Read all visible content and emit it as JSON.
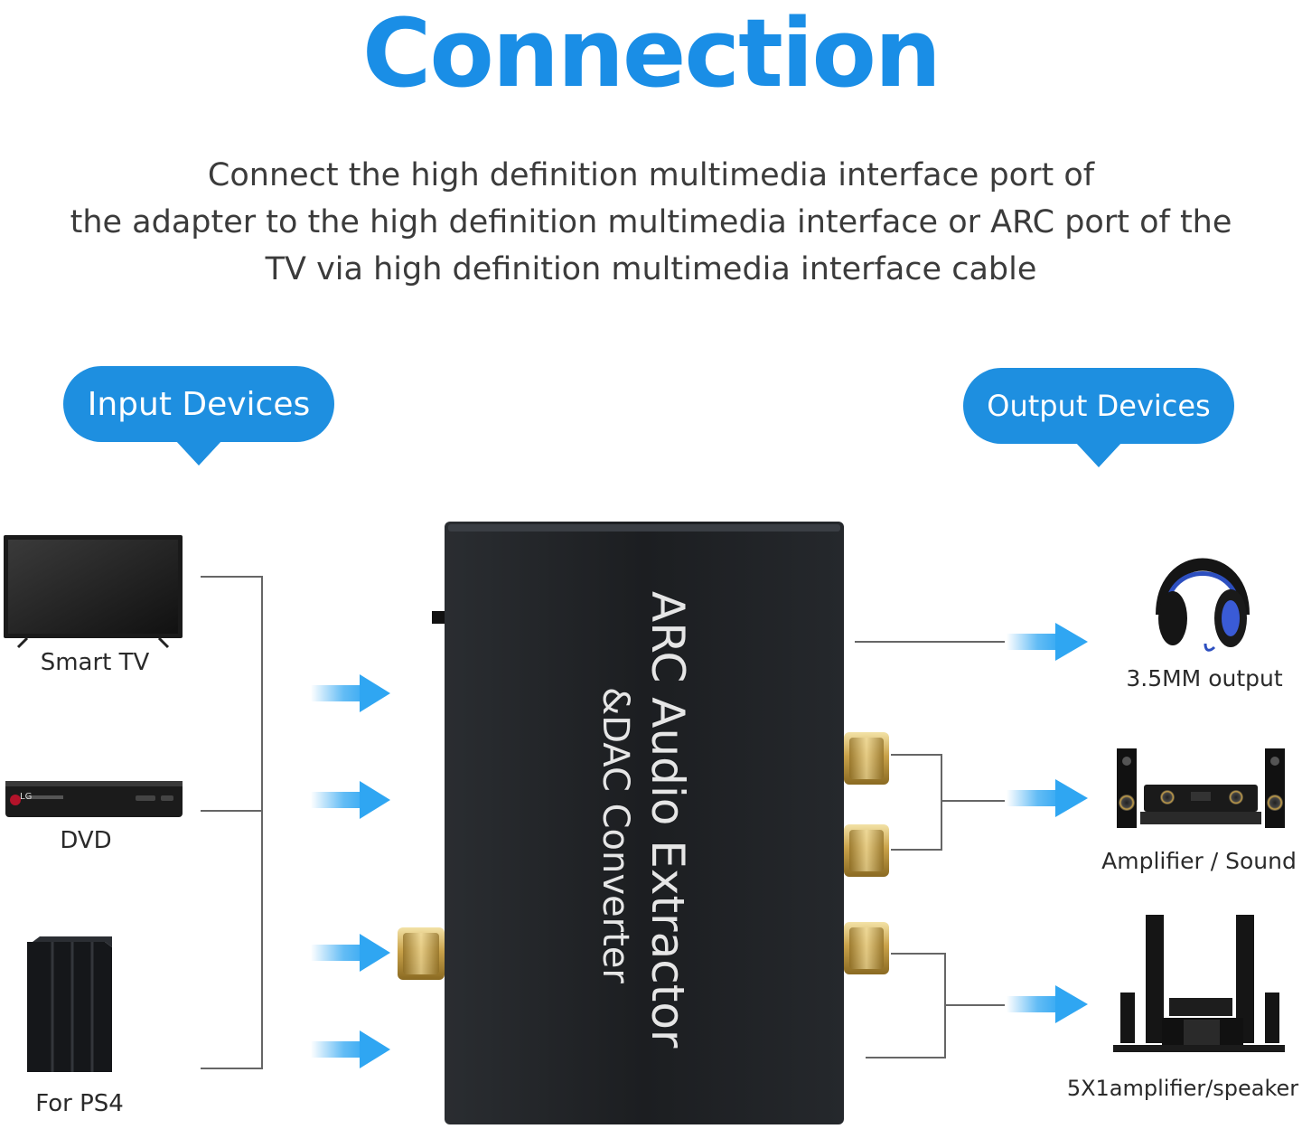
{
  "title": "Connection",
  "description": [
    "Connect the high definition multimedia interface port of",
    "the adapter to the high definition multimedia interface or ARC port of the",
    "TV via high definition multimedia interface cable"
  ],
  "colors": {
    "accent": "#1a8ee6",
    "bubble": "#1e8fe0",
    "arrow": "#2fa6f2",
    "device_body": "#1c1e21",
    "connector_gold": "#c9a24a",
    "line": "#555555"
  },
  "input_bubble": "Input Devices",
  "output_bubble": "Output Devices",
  "device": {
    "line1": "ARC Audio Extractor",
    "line2": "&DAC Converter"
  },
  "inputs": [
    {
      "label": "Smart TV",
      "icon": "tv-icon"
    },
    {
      "label": "DVD",
      "icon": "dvd-player-icon"
    },
    {
      "label": "For PS4",
      "icon": "game-console-icon"
    }
  ],
  "outputs": [
    {
      "label": "3.5MM output",
      "icon": "headphones-icon"
    },
    {
      "label": "Amplifier / Sound",
      "icon": "amplifier-icon"
    },
    {
      "label": "5X1amplifier/speaker",
      "icon": "home-theater-icon"
    }
  ],
  "dvd_brand": "LG"
}
